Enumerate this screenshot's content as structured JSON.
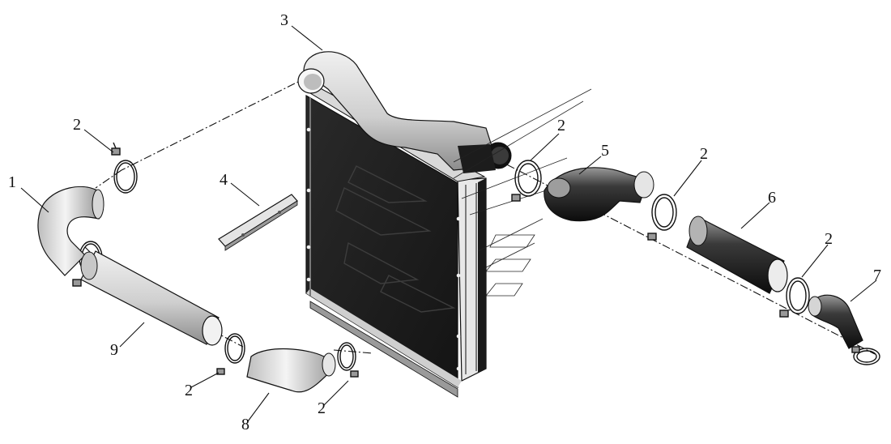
{
  "diagram": {
    "callouts": {
      "c1": "1",
      "c2a": "2",
      "c2b": "2",
      "c2c": "2",
      "c2d": "2",
      "c2e": "2",
      "c2f": "2",
      "c3": "3",
      "c4": "4",
      "c5": "5",
      "c6": "6",
      "c7": "7",
      "c8": "8",
      "c9": "9"
    },
    "colors": {
      "line": "#111111",
      "core_dark": "#1e1e1e",
      "pipe_light": "#e2e2e2",
      "pipe_dark": "#151515"
    }
  }
}
